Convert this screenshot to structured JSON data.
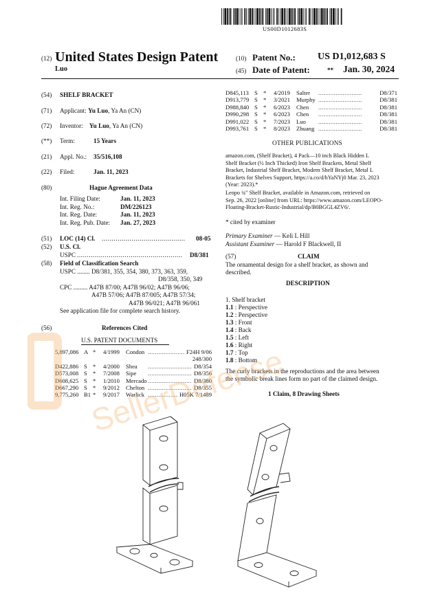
{
  "header": {
    "barcode_number": "US00D1012683S",
    "kind_code": "(12)",
    "doc_type": "United States Design Patent",
    "inventor_surname": "Luo",
    "patent_no_code": "(10)",
    "patent_no_label": "Patent No.:",
    "patent_no": "US D1,012,683 S",
    "date_code": "(45)",
    "date_label": "Date of Patent:",
    "date_marker": "**",
    "date": "Jan. 30, 2024"
  },
  "biblio": {
    "title_code": "(54)",
    "title": "SHELF BRACKET",
    "applicant_code": "(71)",
    "applicant_label": "Applicant:",
    "applicant_name": "Yu Luo",
    "applicant_loc": ", Ya An (CN)",
    "inventor_code": "(72)",
    "inventor_label": "Inventor:",
    "inventor_name": "Yu Luo",
    "inventor_loc": ", Ya An (CN)",
    "term_code": "(**)",
    "term_label": "Term:",
    "term_value": "15 Years",
    "appl_code": "(21)",
    "appl_label": "Appl. No.:",
    "appl_value": "35/516,108",
    "filed_code": "(22)",
    "filed_label": "Filed:",
    "filed_value": "Jan. 11, 2023",
    "hague_code": "(80)",
    "hague_title": "Hague Agreement Data",
    "hague_rows": [
      {
        "label": "Int. Filing Date:",
        "value": "Jan. 11, 2023"
      },
      {
        "label": "Int. Reg. No.:",
        "value": "DM/226123"
      },
      {
        "label": "Int. Reg. Date:",
        "value": "Jan. 11, 2023"
      },
      {
        "label": "Int. Reg. Pub. Date:",
        "value": "Jan. 27, 2023"
      }
    ],
    "loc_code": "(51)",
    "loc_label": "LOC (14) Cl.",
    "loc_value": "08-05",
    "uscl_code": "(52)",
    "uscl_label": "U.S. Cl.",
    "uspc_label": "USPC",
    "uspc_value": "D8/381",
    "field_code": "(58)",
    "field_label": "Field of Classification Search",
    "field_uspc_1": "USPC ........ D8/381, 355, 354, 380, 373, 363, 359,",
    "field_uspc_2": "D8/358, 350, 349",
    "field_cpc_1": "CPC ......... A47B 87/00; A47B 96/02; A47B 96/06;",
    "field_cpc_2": "A47B 57/06; A47B 87/005; A47B 57/34;",
    "field_cpc_3": "A47B 96/021; A47B 96/061",
    "field_note": "See application file for complete search history.",
    "refs_code": "(56)",
    "refs_title": "References Cited",
    "us_docs_title": "U.S. PATENT DOCUMENTS"
  },
  "us_refs": [
    {
      "num": "5,897,086",
      "kind": "A",
      "star": "*",
      "date": "4/1999",
      "name": "Condon",
      "cls": "F24H 9/06",
      "cls2": "248/300"
    },
    {
      "num": "D422,886",
      "kind": "S",
      "star": "*",
      "date": "4/2000",
      "name": "Shea",
      "cls": "D8/354"
    },
    {
      "num": "D573,008",
      "kind": "S",
      "star": "*",
      "date": "7/2008",
      "name": "Sipe",
      "cls": "D8/356"
    },
    {
      "num": "D608,625",
      "kind": "S",
      "star": "*",
      "date": "1/2010",
      "name": "Mercado",
      "cls": "D8/380"
    },
    {
      "num": "D667,290",
      "kind": "S",
      "star": "*",
      "date": "9/2012",
      "name": "Chelton",
      "cls": "D8/355"
    },
    {
      "num": "9,775,260",
      "kind": "B1",
      "star": "*",
      "date": "9/2017",
      "name": "Warlick",
      "cls": "H05K 7/1489"
    }
  ],
  "us_refs_right": [
    {
      "num": "D845,113",
      "kind": "S",
      "star": "*",
      "date": "4/2019",
      "name": "Salter",
      "cls": "D8/371"
    },
    {
      "num": "D913,779",
      "kind": "S",
      "star": "*",
      "date": "3/2021",
      "name": "Murphy",
      "cls": "D8/381"
    },
    {
      "num": "D988,840",
      "kind": "S",
      "star": "*",
      "date": "6/2023",
      "name": "Chen",
      "cls": "D8/381"
    },
    {
      "num": "D990,298",
      "kind": "S",
      "star": "*",
      "date": "6/2023",
      "name": "Chen",
      "cls": "D8/381"
    },
    {
      "num": "D991,022",
      "kind": "S",
      "star": "*",
      "date": "7/2023",
      "name": "Luo",
      "cls": "D8/381"
    },
    {
      "num": "D993,761",
      "kind": "S",
      "star": "*",
      "date": "8/2023",
      "name": "Zhuang",
      "cls": "D8/381"
    }
  ],
  "other_pubs": {
    "title": "OTHER PUBLICATIONS",
    "p1": [
      "amazon.com, (Shelf Bracket), 4 Pack—10 inch Black Hidden L",
      "Shelf Bracket (½ Inch Thicked) Iron Shelf Brackets, Metal Shelf",
      "Bracket, Industrial Shelf Bracket, Modern Shelf Bracket, Metal L",
      "Brackets for Shelves Support, https://a.co/d/hYaNYj0 Mar. 23, 2023",
      "(Year: 2023).*"
    ],
    "p2": [
      "Leopo ¾\" Shelf Bracket, available in Amazon.com, retrieved on",
      "Sep. 26, 2022 [online] from URL: https://www.amazon.com/LEOPO-",
      "Floating-Bracket-Rustic-Industrial/dp/B0BGGL4ZV6/."
    ],
    "cited": "* cited by examiner"
  },
  "examiners": {
    "primary_label": "Primary Examiner",
    "primary_name": " — Keli L Hill",
    "assistant_label": "Assistant Examiner",
    "assistant_name": " — Harold F Blackwell, II"
  },
  "claim": {
    "code": "(57)",
    "title": "CLAIM",
    "text_1": "The ornamental design for a shelf bracket, as shown and",
    "text_2": "described."
  },
  "description": {
    "title": "DESCRIPTION",
    "figs": [
      {
        "num": "1",
        "text": ". Shelf bracket"
      },
      {
        "num": "1.1",
        "text": " : Perspective"
      },
      {
        "num": "1.2",
        "text": " : Perspective"
      },
      {
        "num": "1.3",
        "text": " : Front"
      },
      {
        "num": "1.4",
        "text": " : Back"
      },
      {
        "num": "1.5",
        "text": " : Left"
      },
      {
        "num": "1.6",
        "text": " : Right"
      },
      {
        "num": "1.7",
        "text": " : Top"
      },
      {
        "num": "1.8",
        "text": " : Bottom"
      }
    ],
    "note_1": "The curly brackets in the reproductions and the area between",
    "note_2": "the symbolic break lines form no part of the claimed design.",
    "summary": "1 Claim, 8 Drawing Sheets"
  },
  "watermark": {
    "text": "SellerDefense",
    "color": "#f6b26b"
  }
}
